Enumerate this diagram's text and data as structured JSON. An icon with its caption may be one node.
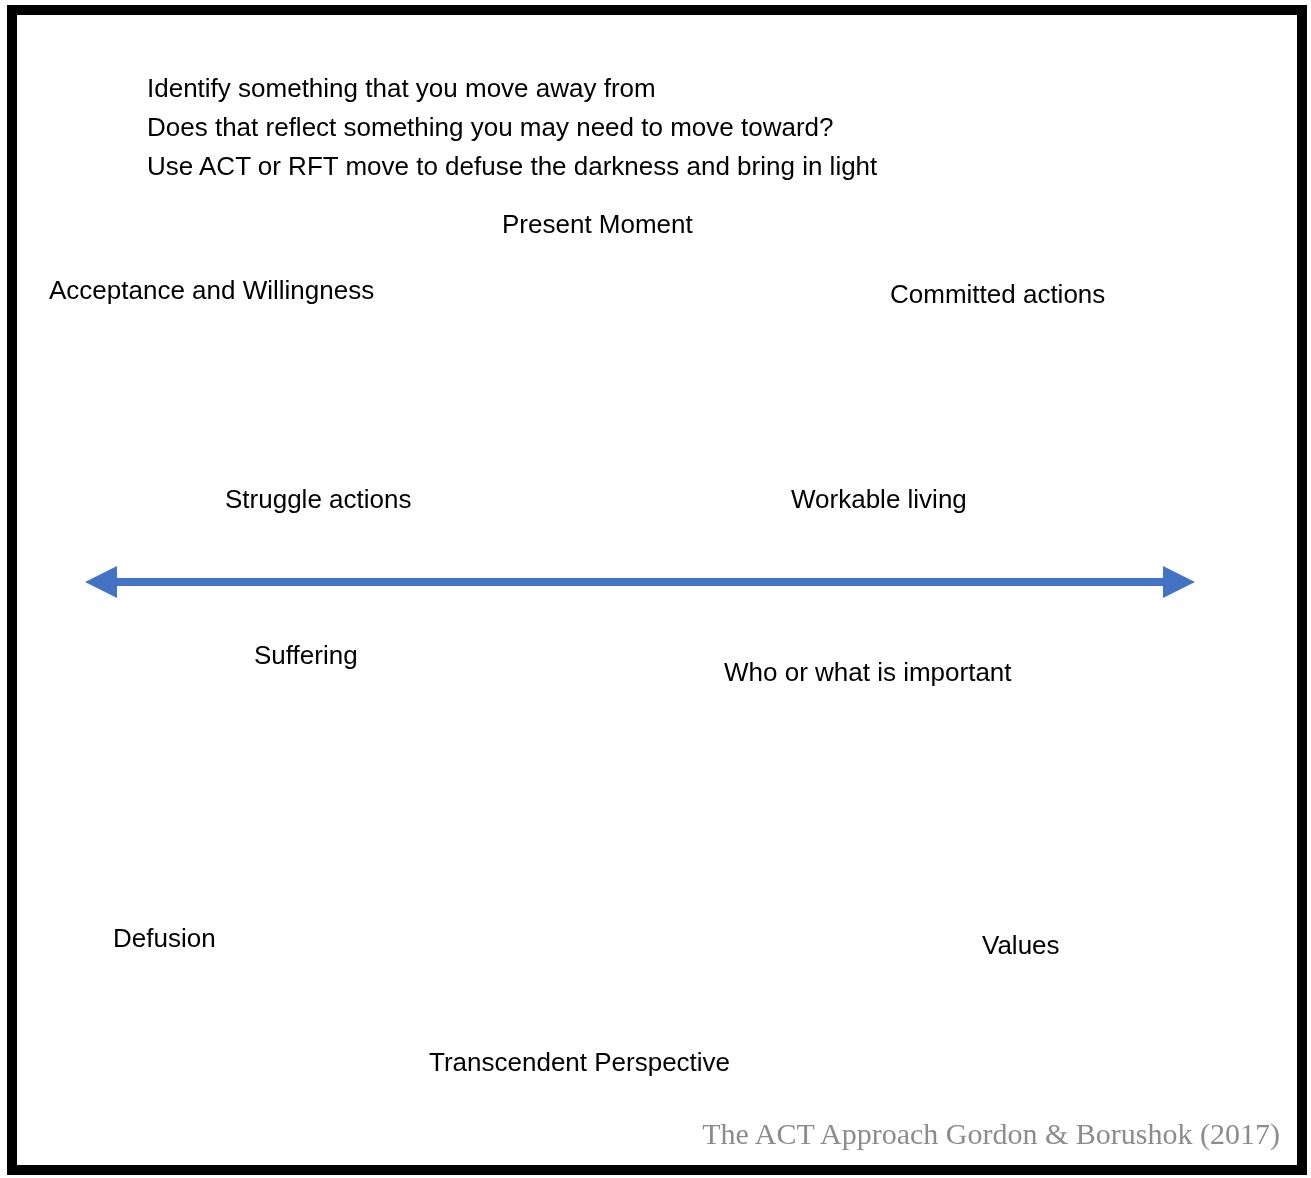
{
  "diagram": {
    "caption": "The ACT Approach Gordon & Borushok (2017)",
    "labels": [
      "Identify something that you move away from",
      "Does that reflect something you may need to move toward?",
      "Use ACT or RFT move to defuse the darkness and bring in light",
      "Present Moment",
      "Acceptance and Willingness",
      "Committed actions",
      "Struggle actions",
      "Workable living",
      "Suffering",
      "Who or what is important",
      "Defusion",
      "Values",
      "Transcendent Perspective"
    ]
  }
}
